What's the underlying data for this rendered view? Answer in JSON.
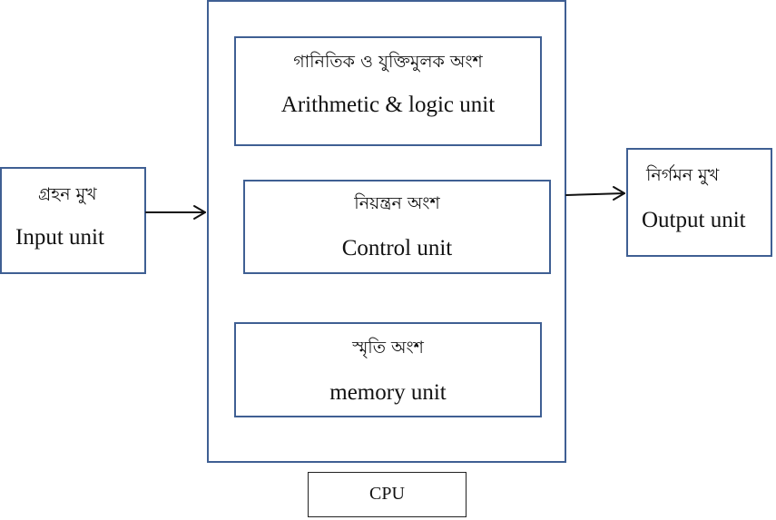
{
  "input_unit": {
    "bn": "গ্রহন মুখ",
    "en": "Input unit"
  },
  "cpu": {
    "alu": {
      "bn": "গানিতিক ও যুক্তিমুলক অংশ",
      "en": "Arithmetic & logic unit"
    },
    "control": {
      "bn": "নিয়ন্ত্রন অংশ",
      "en": "Control unit"
    },
    "memory": {
      "bn": "স্মৃতি অংশ",
      "en": "memory unit"
    },
    "label": "CPU"
  },
  "output_unit": {
    "bn": "নির্গমন মুখ",
    "en": "Output unit"
  },
  "colors": {
    "box_border": "#3f5f93",
    "arrow": "#111111"
  }
}
